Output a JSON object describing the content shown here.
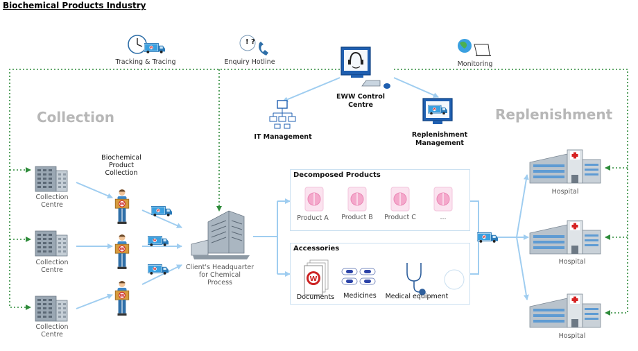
{
  "title": "Biochemical Products Industry",
  "sections": {
    "collection": "Collection",
    "replenishment": "Replenishment"
  },
  "top_services": {
    "tracking": "Tracking & Tracing",
    "enquiry": "Enquiry Hotline",
    "enquiry_glyph": "! ?",
    "monitoring": "Monitoring"
  },
  "control": {
    "centre": [
      "EWW Control",
      "Centre"
    ],
    "it": "IT Management",
    "replenishment": [
      "Replenishment",
      "Management"
    ]
  },
  "collection": {
    "centre_label": [
      "Collection",
      "Centre"
    ],
    "product_collection": [
      "Biochemical",
      "Product",
      "Collection"
    ]
  },
  "hq": [
    "Client's Headquarter",
    "for Chemical",
    "Process"
  ],
  "decomposed": {
    "title": "Decomposed Products",
    "items": [
      "Product A",
      "Product B",
      "Product C",
      "..."
    ]
  },
  "accessories": {
    "title": "Accessories",
    "items": [
      "Documents",
      "Medicines",
      "Medical equipment"
    ]
  },
  "hospital": "Hospital",
  "colors": {
    "arrow_blue": "#9fcdf0",
    "dotted_green": "#2e8b3a",
    "section_grey": "#b7b7b7",
    "brand_red": "#cc2222"
  }
}
